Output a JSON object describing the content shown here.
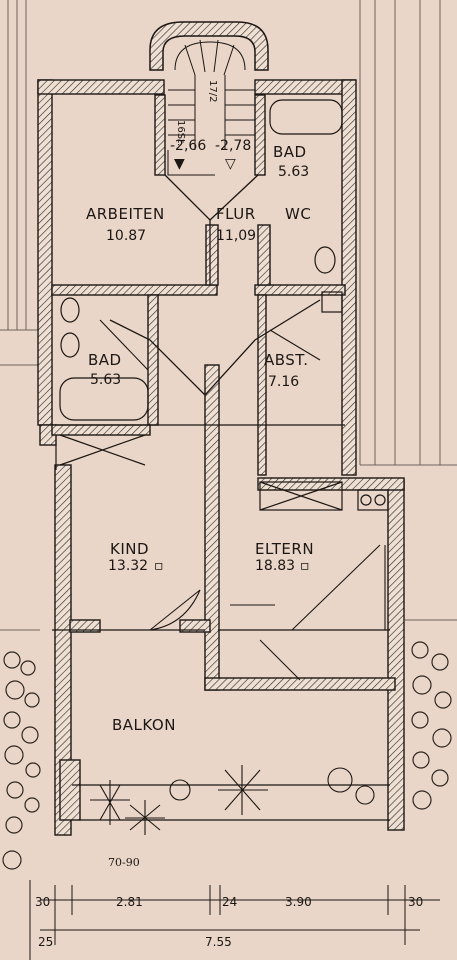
{
  "rooms": [
    {
      "id": "arbeiten",
      "name": "ARBEITEN",
      "area": "10.87"
    },
    {
      "id": "flur",
      "name": "FLUR",
      "area": "11,09"
    },
    {
      "id": "wc",
      "name": "WC",
      "area": ""
    },
    {
      "id": "bad-top",
      "name": "BAD",
      "area": "5.63"
    },
    {
      "id": "bad-left",
      "name": "BAD",
      "area": "5.63"
    },
    {
      "id": "abst",
      "name": "ABST.",
      "area": "7.16"
    },
    {
      "id": "kind",
      "name": "KIND",
      "area": "13.32"
    },
    {
      "id": "eltern",
      "name": "ELTERN",
      "area": "18.83"
    },
    {
      "id": "balkon",
      "name": "BALKON",
      "area": ""
    }
  ],
  "stairs": {
    "label": "16St.",
    "label2": "17/2",
    "level_left": "-2,66",
    "level_right": "-2,78"
  },
  "notes": {
    "handwritten": "70-90"
  },
  "dimensions": {
    "top_row": [
      "30",
      "2.81",
      "24",
      "3.90",
      "30"
    ],
    "bottom_row": [
      "25",
      "7.55"
    ]
  },
  "colors": {
    "paper": "#e9d6c8",
    "ink": "#1c1714",
    "hatch": "#3a302a"
  }
}
